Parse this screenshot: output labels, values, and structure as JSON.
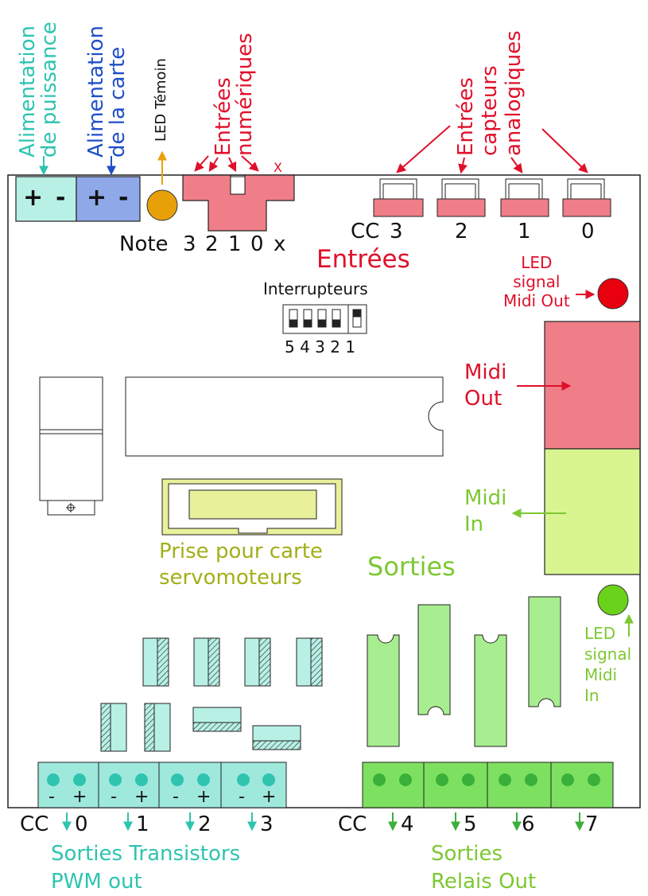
{
  "top": {
    "power_supply": "Alimentation\nde puissance",
    "board_supply": "Alimentation\nde la carte",
    "led_temoin": "LED Témoin",
    "digital_inputs": "Entrées\nnumériques",
    "analog_inputs": "Entrées\ncapteurs\nanalogiques",
    "plus": "+",
    "minus": "-",
    "x_mark": "X"
  },
  "digital_row": {
    "note": "Note",
    "pins": [
      "3",
      "2",
      "1",
      "0",
      "x"
    ]
  },
  "analog_row": {
    "cc": "CC",
    "pins": [
      "3",
      "2",
      "1",
      "0"
    ]
  },
  "inputs_title": "Entrées",
  "midi_out_led": "LED\nsignal\nMidi Out",
  "switches": {
    "title": "Interrupteurs",
    "numbers": "5 4 3 2 1"
  },
  "midi_out": "Midi\nOut",
  "midi_in": "Midi\nIn",
  "servo": "Prise pour carte\nservomoteurs",
  "outputs_title": "Sorties",
  "midi_in_led": "LED\nsignal\nMidi\nIn",
  "transistor_outputs": {
    "cc": "CC",
    "pins": [
      "0",
      "1",
      "2",
      "3"
    ],
    "title": "Sorties Transistors\nPWM out"
  },
  "relay_outputs": {
    "cc": "CC",
    "pins": [
      "4",
      "5",
      "6",
      "7"
    ],
    "title": "Sorties\nRelais Out"
  },
  "colors": {
    "teal": "#2ec4b0",
    "blue": "#1f4fc8",
    "red": "#e0102a",
    "orange": "#e8a008",
    "green": "#7dc832",
    "olive": "#a0b018",
    "pink": "#f07e88",
    "lightgreen": "#d8f590"
  }
}
